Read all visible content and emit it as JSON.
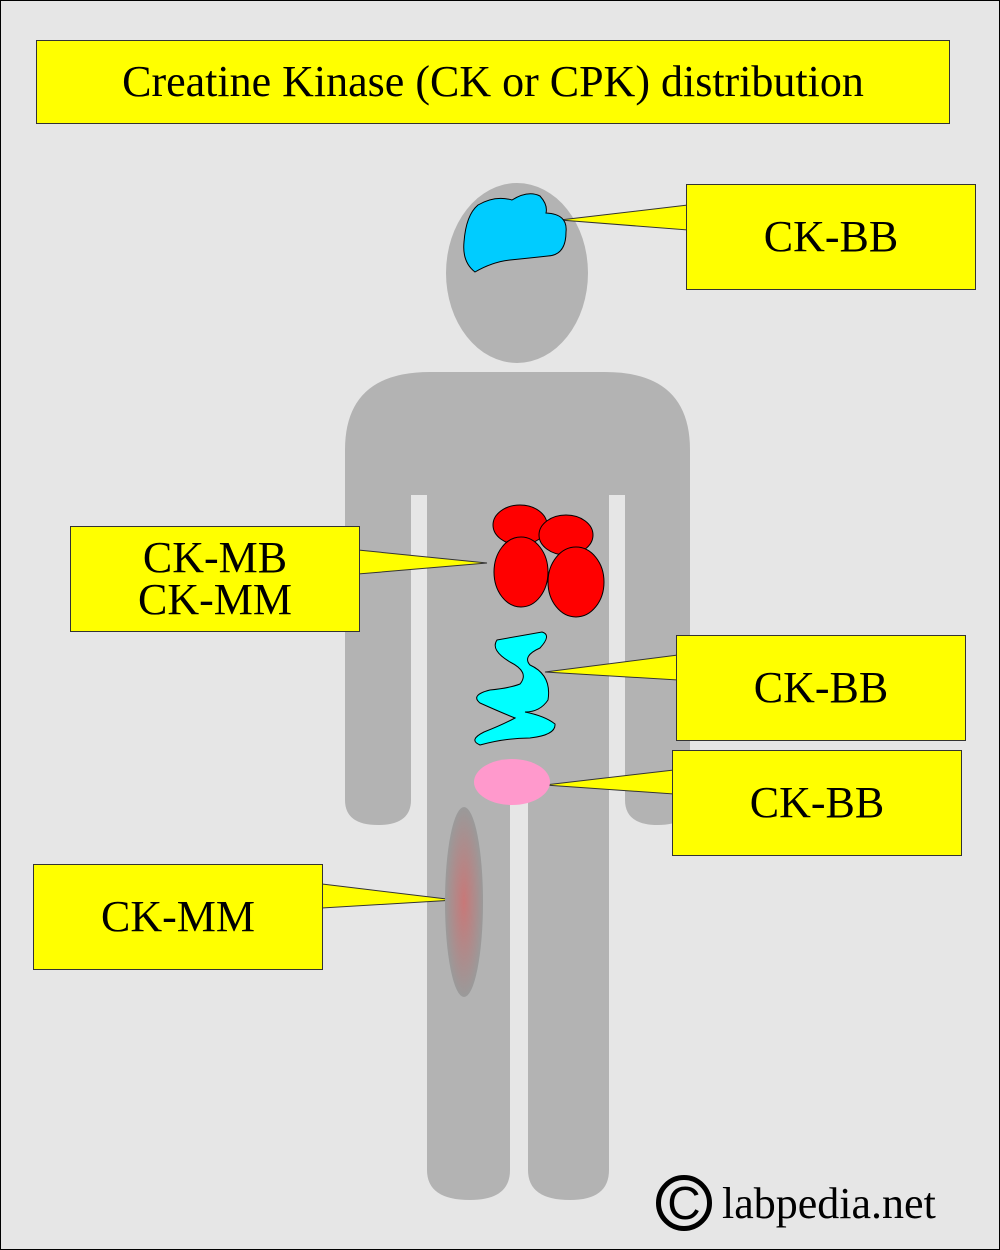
{
  "title": "Creatine Kinase (CK or CPK) distribution",
  "callouts": {
    "brain": "CK-BB",
    "heart_line1": "CK-MB",
    "heart_line2": "CK-MM",
    "intestine": "CK-BB",
    "bladder": "CK-BB",
    "muscle": "CK-MM"
  },
  "colors": {
    "callout": "#ffff00",
    "body": "#b3b3b3",
    "brain": "#00ccff",
    "heart": "#ff0000",
    "intestine": "#00ffff",
    "bladder": "#ff99cc"
  },
  "copyright": {
    "symbol": "C",
    "text": "labpedia.net"
  }
}
